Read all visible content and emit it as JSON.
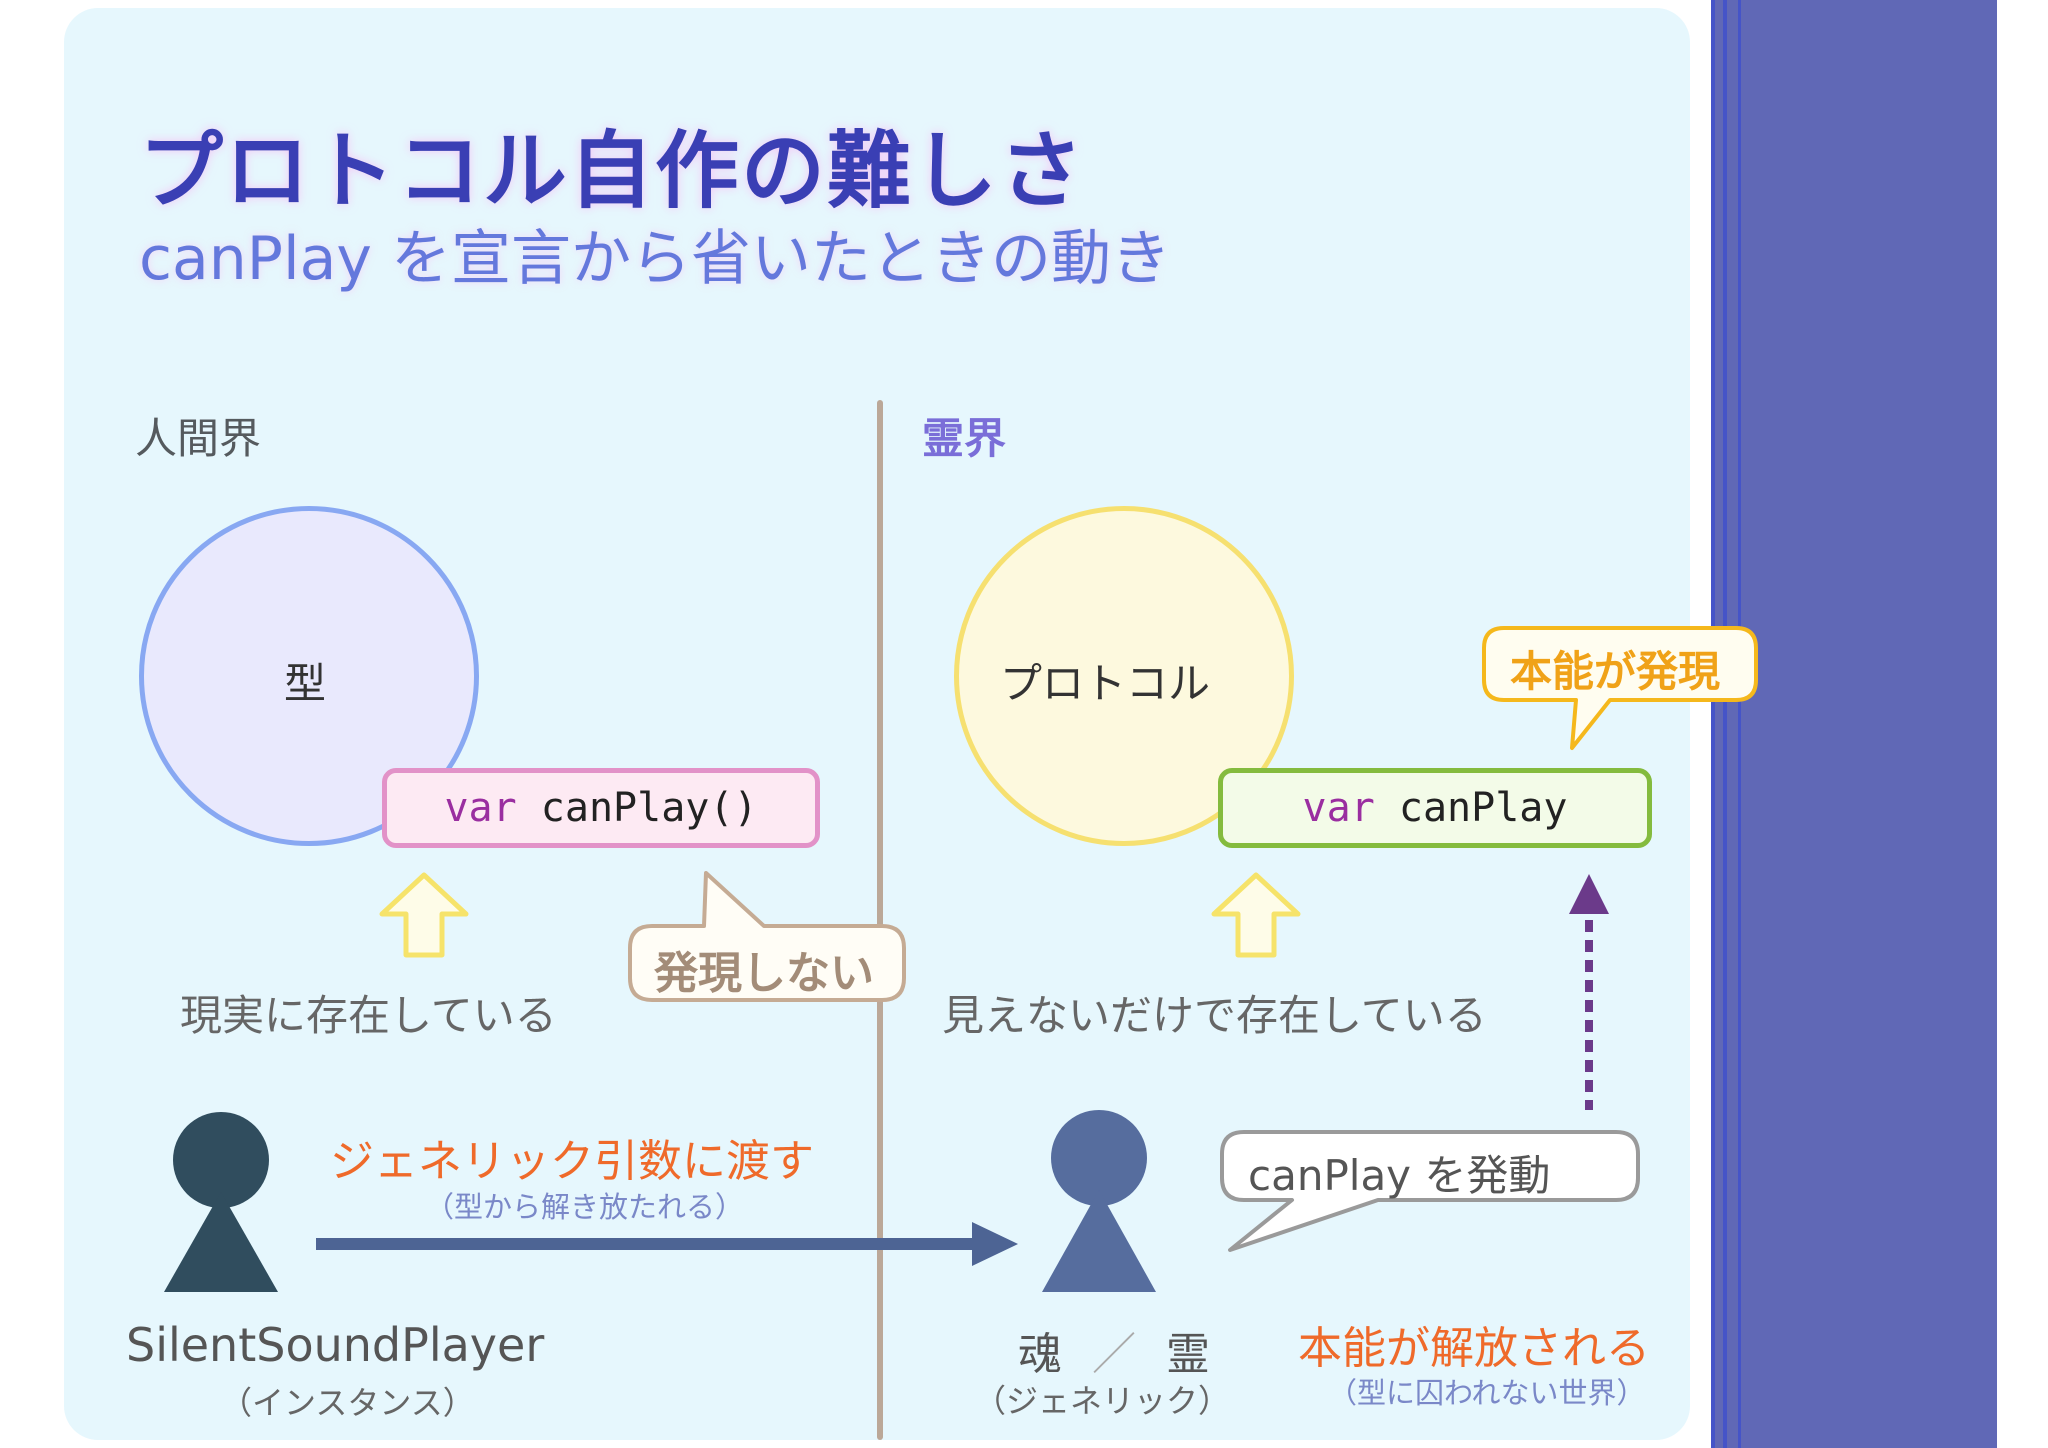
{
  "title": "プロトコル自作の難しさ",
  "subtitle": "canPlay を宣言から省いたときの動き",
  "human_realm": {
    "label": "人間界",
    "type_circle_label": "型",
    "code_keyword": "var",
    "code_rest": " canPlay()",
    "exists_caption": "現実に存在している",
    "no_manifest_bubble": "発現しない",
    "player_name": "SilentSoundPlayer",
    "player_sub": "（インスタンス）",
    "pass_label": "ジェネリック引数に渡す",
    "pass_sub": "（型から解き放たれる）"
  },
  "spirit_realm": {
    "label": "霊界",
    "protocol_circle_label": "プロトコル",
    "code_keyword": "var",
    "code_rest": " canPlay",
    "instinct_bubble": "本能が発現",
    "exists_caption": "見えないだけで存在している",
    "invoke_bubble": "canPlay を発動",
    "soul_label_1": "魂",
    "soul_sep": "／",
    "soul_label_2": "霊",
    "soul_sub": "（ジェネリック）",
    "release_label": "本能が解放される",
    "release_sub": "（型に囚われない世界）"
  },
  "colors": {
    "background": "#e6f7fd",
    "accent_stripe": "#6068b6",
    "title": "#3a3fb4",
    "subtitle": "#6478dc",
    "orange": "#ef6a2a",
    "human_figure": "#304d5e",
    "soul_figure": "#566d9e"
  }
}
